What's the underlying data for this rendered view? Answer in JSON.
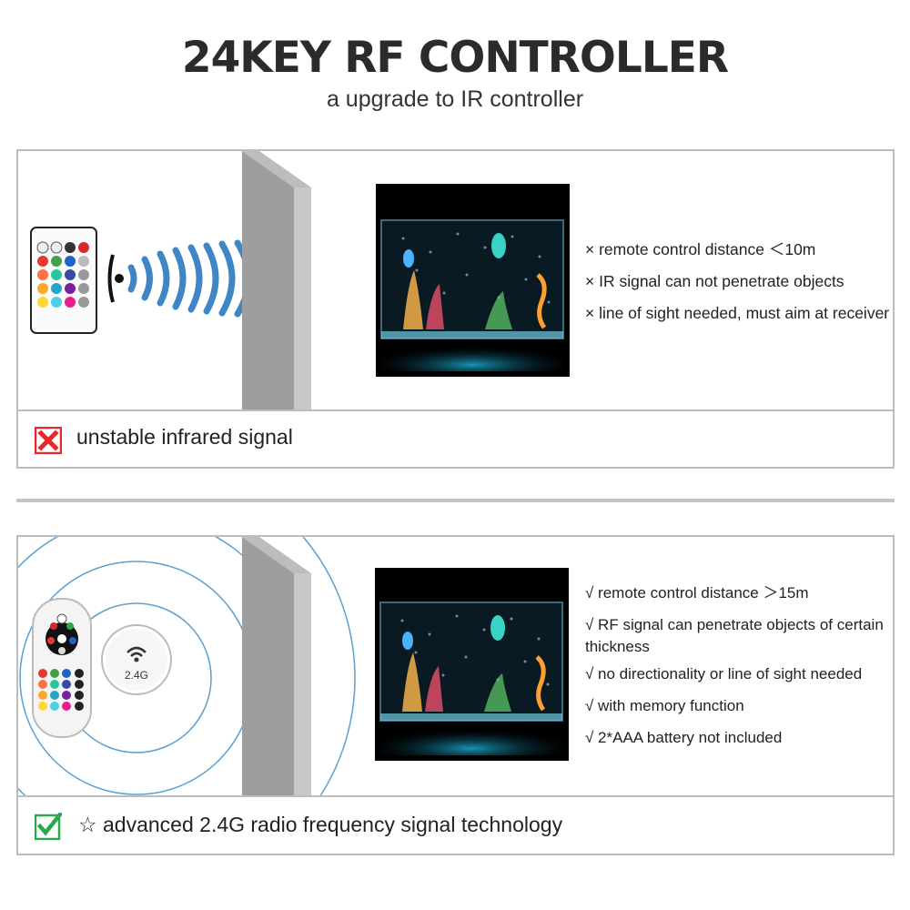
{
  "header": {
    "title": "24KEY RF CONTROLLER",
    "subtitle": "a upgrade to IR controller"
  },
  "ir_panel": {
    "remote_icon": "ir-remote-icon",
    "signal_icon": "ir-signal-waves-icon",
    "features": [
      "× remote control distance ＜10m",
      "× IR signal can not penetrate objects",
      "× line of sight needed, must aim at receiver"
    ],
    "footer_text": "unstable infrared signal",
    "footer_icon": "red-cross-icon",
    "accent_color": "#e8262b",
    "wave_color": "#3f86c6"
  },
  "rf_panel": {
    "remote_icon": "rf-remote-icon",
    "receiver_label": "2.4G",
    "features": [
      "√ remote control distance ＞15m",
      "√ RF signal can penetrate objects of certain thickness",
      "√ no directionality or line of sight needed",
      "√ with memory function",
      "√ 2*AAA battery not included"
    ],
    "footer_text": "☆ advanced 2.4G radio frequency signal technology",
    "footer_icon": "green-check-icon",
    "accent_color": "#2aa84a",
    "wave_color": "#5b9fd1"
  }
}
